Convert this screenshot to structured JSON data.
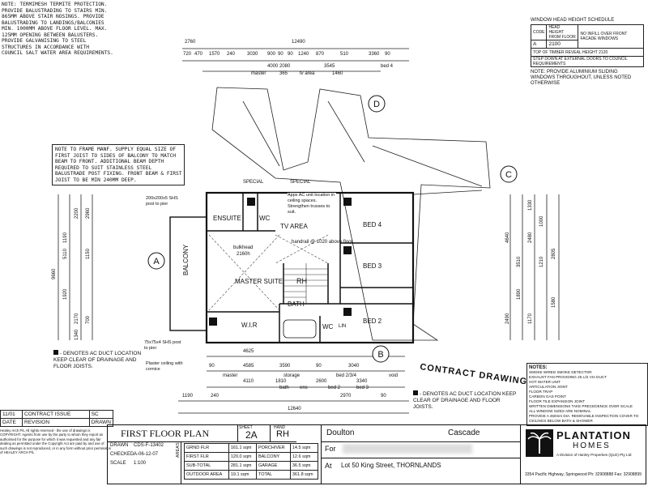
{
  "notes_top_left": [
    "NOTE: TERMIMESH TERMITE PROTECTION.",
    "PROVIDE BALUSTRADING TO STAIRS MIN.",
    "865MM ABOVE STAIR NOSINGS. PROVIDE",
    "BALUSTRADING TO LANDINGS/BALCONIES",
    "MIN. 1000MM ABOVE FLOOR LEVEL. MAX.",
    "125MM OPENING BETWEEN BALUSTERS.",
    "PROVIDE GALVANISING TO STEEL",
    "STRUCTURES IN ACCORDANCE WITH",
    "COUNCIL SALT WATER AREA REQUIREMENTS."
  ],
  "window_schedule": {
    "title": "WINDOW HEAD HEIGHT SCHEDULE",
    "headers": [
      "CODE",
      "HEAD HEIGHT FROM FLOOR",
      "NO INFILL OVER FRONT FACADE WINDOWS"
    ],
    "row": [
      "A",
      "2100"
    ],
    "footer1": "TOP OF TIMBER REVEAL HEIGHT 2120",
    "footer2": "STEP DOWN AT EXTERNAL DOORS TO COUNCIL REQUIREMENTS",
    "note": "NOTE: PROVIDE ALUMINIUM SLIDING WINDOWS THROUGHOUT, UNLESS NOTED OTHERWISE"
  },
  "frame_note": [
    "NOTE TO FRAME MANF. SUPPLY EQUAL SIZE OF",
    "FIRST JOIST TO SIDES OF BALCONY TO MATCH",
    "BEAM TO FRONT. ADDITIONAL BEAM DEPTH",
    "REQUIRED TO SUIT STAINLESS STEEL",
    "BALUSTRADE POST FIXING. FRONT BEAM & FIRST",
    "JOIST TO BE MIN 240MM DEEP."
  ],
  "rooms": {
    "ensuite": "ENSUITE",
    "wc1": "WC",
    "tv_area": "TV AREA",
    "bed4": "BED 4",
    "bed3": "BED 3",
    "bed2": "BED 2",
    "master_suite": "MASTER SUITE",
    "balcony": "BALCONY",
    "wir": "W.I.R",
    "bath": "BATH",
    "wc2": "WC",
    "linen": "LIN",
    "rh": "RH"
  },
  "callouts": {
    "bulkhead": "bulkhead",
    "bulkhead_h": "2160h",
    "ac_note": "Appx AC unit location in ceiling spaces. Strengthen trusses to suit.",
    "handrail": "handrail @ 1020 above floor",
    "shs_post": "200x200x5 SHS post to pier",
    "shs_post2": "75x75x4 SHS post to pier",
    "plaster": "Plaster ceiling with cornice",
    "contract": "CONTRACT DRAWINGS",
    "special1": "SPECIAL",
    "special2": "SPECIAL"
  },
  "section_markers": [
    "A",
    "B",
    "C",
    "D"
  ],
  "dimensions": {
    "top": [
      "2760",
      "12490",
      "720",
      "470",
      "1570",
      "240",
      "3030",
      "900",
      "90",
      "90",
      "1240",
      "870",
      "510",
      "3360",
      "90",
      "4000",
      "2080",
      "3545",
      "1460",
      "365",
      "master",
      "tv area",
      "bed 4"
    ],
    "left": [
      "9660",
      "5110",
      "1920",
      "1190",
      "2200",
      "2960",
      "2170",
      "700",
      "1340",
      "1150"
    ],
    "right": [
      "4640",
      "3510",
      "1330",
      "2480",
      "1890",
      "2490",
      "1170",
      "1000",
      "1210",
      "2805",
      "1580"
    ],
    "bottom": [
      "4625",
      "4585",
      "90",
      "3590",
      "90",
      "3040",
      "4110",
      "1810",
      "2600",
      "3340",
      "1190",
      "2970",
      "240",
      "90",
      "12640",
      "master",
      "storage",
      "bed 2/3/4",
      "void",
      "bath",
      "ens",
      "bed 2",
      "bed 3"
    ]
  },
  "legend_left": "- DENOTES AC DUCT LOCATION KEEP CLEAR OF DRAINAGE AND FLOOR JOISTS.",
  "legend_right": "- DENOTES AC DUCT LOCATION KEEP CLEAR OF DRAINAGE AND FLOOR JOISTS.",
  "notes_box": {
    "title": "NOTES:",
    "items": [
      "SMOKE WIRED SMOKE DETECTOR",
      "EXHAUST FAN PROVIDING 25 L/S VIA DUCT",
      "HOT WATER UNIT",
      "ARTICULATION JOINT",
      "FLOOR TRAP",
      "CARBON GAS POINT",
      "FLOOR TILE EXPANSION JOINT",
      "WRITTEN DIMENSIONS TAKE PRECEDENCE OVER SCALE",
      "ALL WINDOW SIZES ARE NOMINAL",
      "PROVIDE A 450mm DIA. REMOVABLE INSPECTION COVER TO CEILINGS BELOW BATH & SHOWER"
    ]
  },
  "revisions": {
    "row1": [
      "11/01",
      "CONTRACT ISSUE",
      "SC"
    ],
    "header": [
      "DATE",
      "REVISION",
      "DRAWN"
    ],
    "copyright": "Healey Arch P/L All rights reserved - the use of drawings is COPYRIGHT. Agents from use by the party to whom they report as authorised for the purpose for which it was requested and any fair dealing as permitted under the Copyright Act are paid by and use of such drawings is not reproduced, or in any form without prior permission of HEALEY ARCH P/L"
  },
  "title_block": {
    "title": "FIRST FLOOR PLAN",
    "sheet_label": "SHEET",
    "sheet": "2A",
    "hand_label": "HAND",
    "hand": "RH",
    "drawn_label": "DRAWN",
    "drawn": "CDS-F-13402",
    "checked_label": "CHECKED",
    "checked": "A-06-12-07",
    "scale_label": "SCALE",
    "scale": "1:100",
    "areas_label": "AREAS",
    "areas": [
      [
        "GRND FLR",
        "161.1 sqm",
        "PORCH/VER",
        "14.5 sqm"
      ],
      [
        "FIRST FLR",
        "120.0 sqm",
        "BALCONY",
        "12.6 sqm"
      ],
      [
        "SUB-TOTAL",
        "281.1 sqm",
        "GARAGE",
        "36.5 sqm"
      ],
      [
        "OUTDOOR AREA",
        "19.1 sqm",
        "TOTAL",
        "361.8 sqm"
      ]
    ],
    "design": "Doulton",
    "facade": "Cascade",
    "for_label": "For",
    "at_label": "At",
    "address": "Lot 50 King Street, THORNLANDS"
  },
  "brand": {
    "name": "PLANTATION",
    "sub": "HOMES",
    "tagline": "A Division of Hanley Properties (QLD) Pty Ltd",
    "address": "3354 Pacific Highway, Springwood Ph: 32908888 Fax: 32908899"
  }
}
